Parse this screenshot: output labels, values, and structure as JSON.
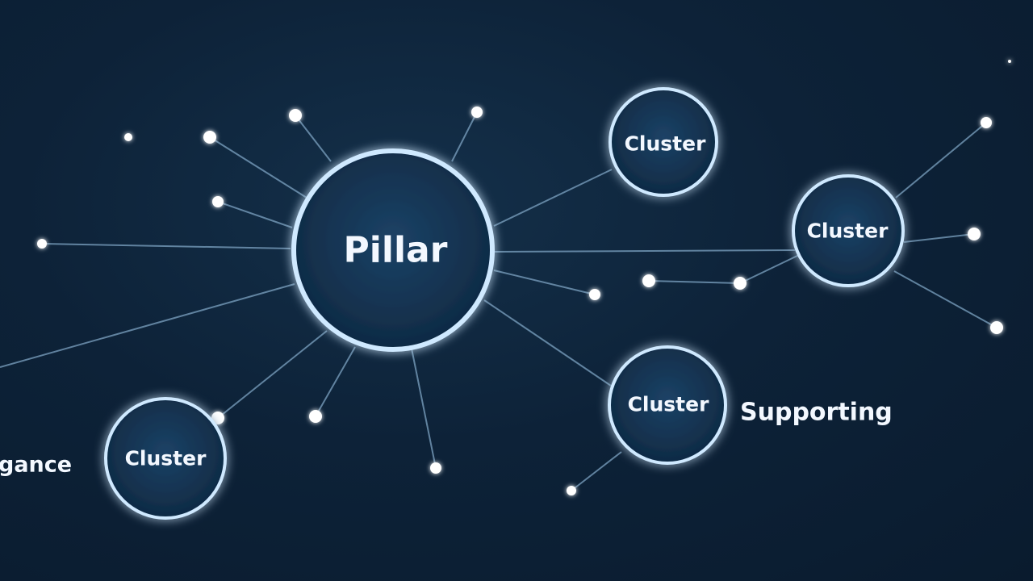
{
  "nodes": {
    "pillar": {
      "label": "Pillar"
    },
    "cluster_top": {
      "label": "Cluster"
    },
    "cluster_right": {
      "label": "Cluster"
    },
    "cluster_bottom_right": {
      "label": "Cluster"
    },
    "cluster_bottom_left": {
      "label": "Cluster"
    }
  },
  "labels": {
    "supporting": "Supporting",
    "partial_left": "gance"
  },
  "colors": {
    "background": "#0d2238",
    "ring": "#cfe9ff",
    "glow": "#8fd0ff",
    "link": "#7da3c2",
    "dot": "#ffffff"
  }
}
